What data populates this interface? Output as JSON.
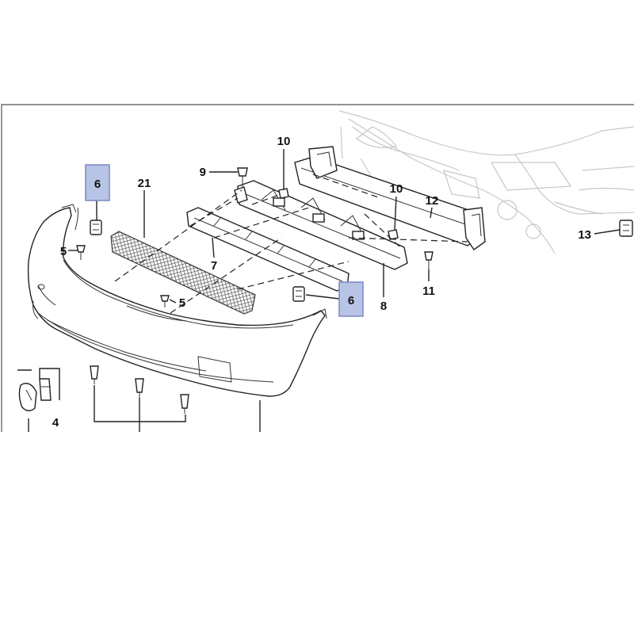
{
  "diagram": {
    "labels": {
      "p4": "4",
      "p5a": "5",
      "p5b": "5",
      "p6a": "6",
      "p6b": "6",
      "p7": "7",
      "p8": "8",
      "p9": "9",
      "p10a": "10",
      "p10b": "10",
      "p11": "11",
      "p12": "12",
      "p13": "13",
      "p21": "21"
    },
    "colors": {
      "highlight_fill": "#b8c4e6",
      "highlight_border": "#7a86c2",
      "line": "#222222",
      "ghost_line": "#c7c7c7",
      "frame": "#555555"
    }
  }
}
